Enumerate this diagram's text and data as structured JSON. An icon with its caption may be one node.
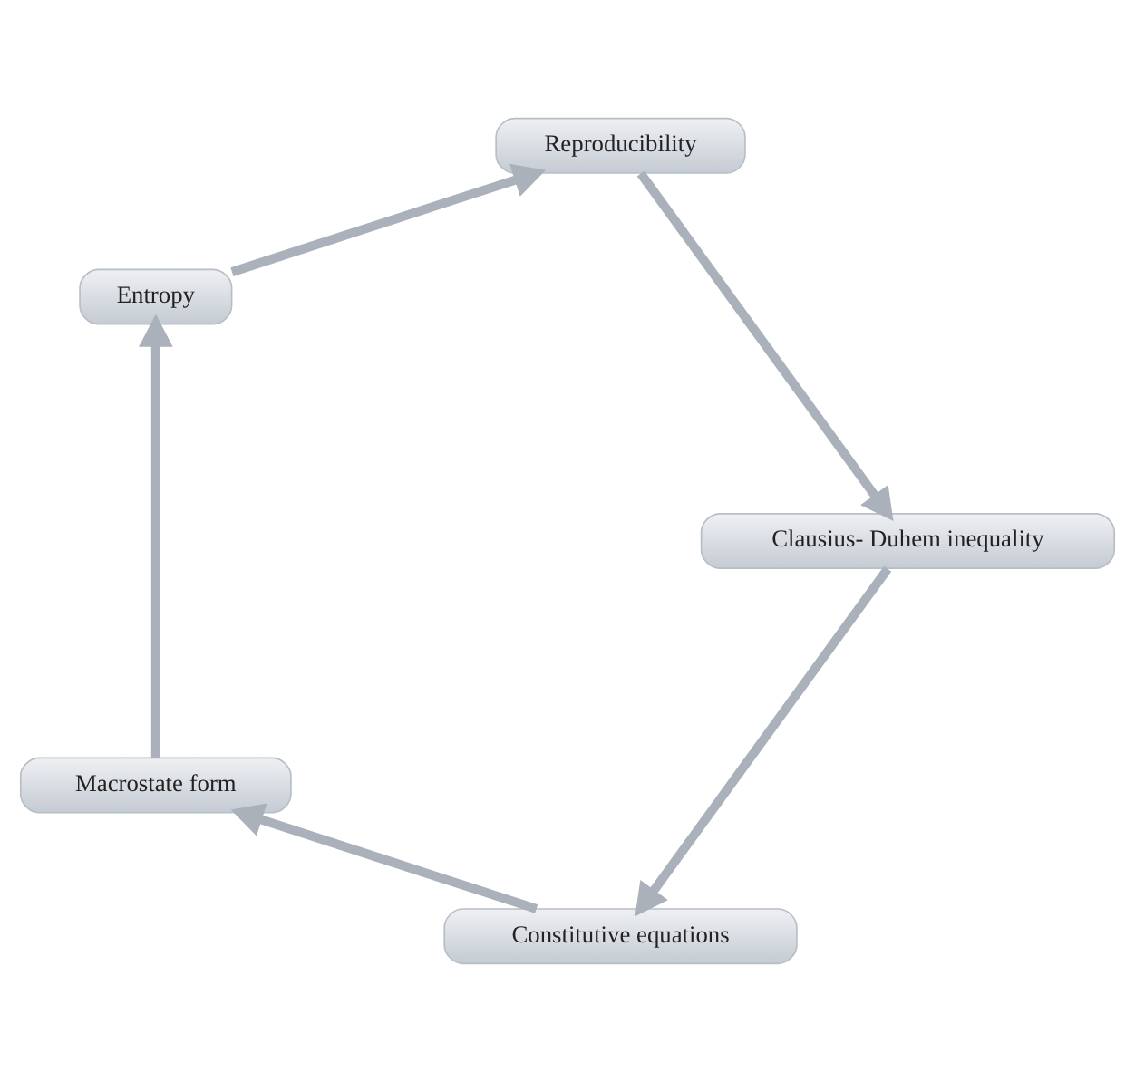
{
  "diagram": {
    "nodes": [
      {
        "text": [
          "Constitutive equations"
        ]
      },
      {
        "text": [
          "Macrostate form"
        ]
      },
      {
        "text": [
          "Entropy"
        ]
      },
      {
        "text": [
          "Reproducibility"
        ]
      },
      {
        "text": [
          "Clausius- Duhem inequality"
        ]
      }
    ],
    "edges": [
      {
        "from": 0,
        "to": 1,
        "arrow": "to"
      },
      {
        "from": 1,
        "to": 2,
        "arrow": "to"
      },
      {
        "from": 2,
        "to": 3,
        "arrow": "to"
      },
      {
        "from": 3,
        "to": 4,
        "arrow": "to"
      },
      {
        "from": 4,
        "to": 0,
        "arrow": "to"
      }
    ]
  }
}
